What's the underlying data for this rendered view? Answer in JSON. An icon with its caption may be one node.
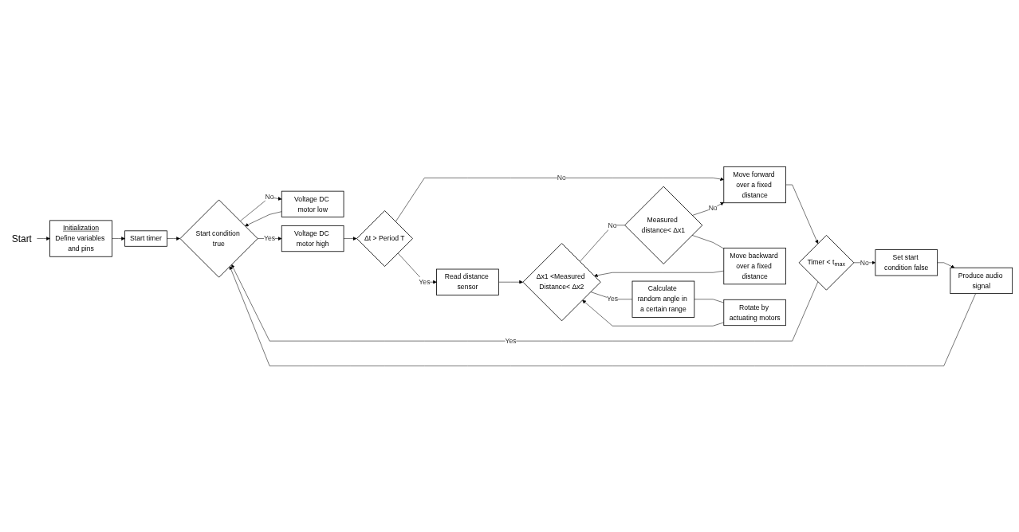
{
  "diagram": {
    "nodes": [
      {
        "text": [
          "Start"
        ]
      },
      {
        "text": [
          "Initialization",
          "Define variables and pins"
        ]
      },
      {
        "text": [
          "Start timer"
        ]
      },
      {
        "text": [
          "Start condition true"
        ]
      },
      {
        "text": [
          "Voltage DC motor low"
        ]
      },
      {
        "text": [
          "Produce audio signal"
        ]
      },
      {
        "text": [
          "Set start condition false"
        ]
      },
      {
        "text": [
          "Timer < t$_{max}$"
        ]
      },
      {
        "text": [
          "Voltage DC motor high"
        ]
      },
      {
        "text": [
          "Δt > Period T"
        ]
      },
      {
        "text": [
          "Move forward over a fixed distance"
        ]
      },
      {
        "text": [
          "Read distance sensor"
        ]
      },
      {
        "text": [
          "Move backward over a fixed distance"
        ]
      },
      {
        "text": [
          "Rotate by actuating motors"
        ]
      },
      {
        "text": [
          "Measured distance< Δx1"
        ]
      },
      {
        "text": [
          "Δx1 <Measured Distance< Δx2"
        ]
      },
      {
        "text": [
          "Calculate random angle in a certain range"
        ]
      }
    ],
    "edges": [
      {
        "from": 0,
        "to": 1,
        "arrow": "to"
      },
      {
        "from": 1,
        "to": 2,
        "arrow": "to"
      },
      {
        "from": 2,
        "to": 3,
        "arrow": "to"
      },
      {
        "from": 3,
        "to": 4,
        "label": "No",
        "arrow": "to"
      },
      {
        "from": 4,
        "to": 3,
        "arrow": "to"
      },
      {
        "from": 3,
        "to": 8,
        "label": "Yes",
        "arrow": "to"
      },
      {
        "from": 8,
        "to": 9,
        "arrow": "to"
      },
      {
        "from": 9,
        "to": 10,
        "label": "No",
        "arrow": "to"
      },
      {
        "from": 9,
        "to": 11,
        "label": "Yes",
        "arrow": "to"
      },
      {
        "from": 10,
        "to": 7,
        "arrow": "to"
      },
      {
        "from": 7,
        "to": 6,
        "label": "No",
        "arrow": "to"
      },
      {
        "from": 6,
        "to": 5,
        "arrow": "to"
      },
      {
        "from": 5,
        "to": 3,
        "arrow": "to"
      },
      {
        "from": 7,
        "to": 3,
        "label": "Yes",
        "arrow": "to"
      },
      {
        "from": 11,
        "to": 15,
        "arrow": "to"
      },
      {
        "from": 12,
        "to": 15,
        "arrow": "to"
      },
      {
        "from": 13,
        "to": 15,
        "arrow": "to"
      },
      {
        "from": 15,
        "to": 16,
        "label": "Yes",
        "arrow": "none"
      },
      {
        "from": 16,
        "to": 13,
        "arrow": "none"
      },
      {
        "from": 15,
        "to": 14,
        "label": "No",
        "arrow": "none"
      },
      {
        "from": 14,
        "to": 12,
        "arrow": "none"
      },
      {
        "from": 14,
        "to": 10,
        "label": "No",
        "arrow": "to"
      }
    ]
  }
}
